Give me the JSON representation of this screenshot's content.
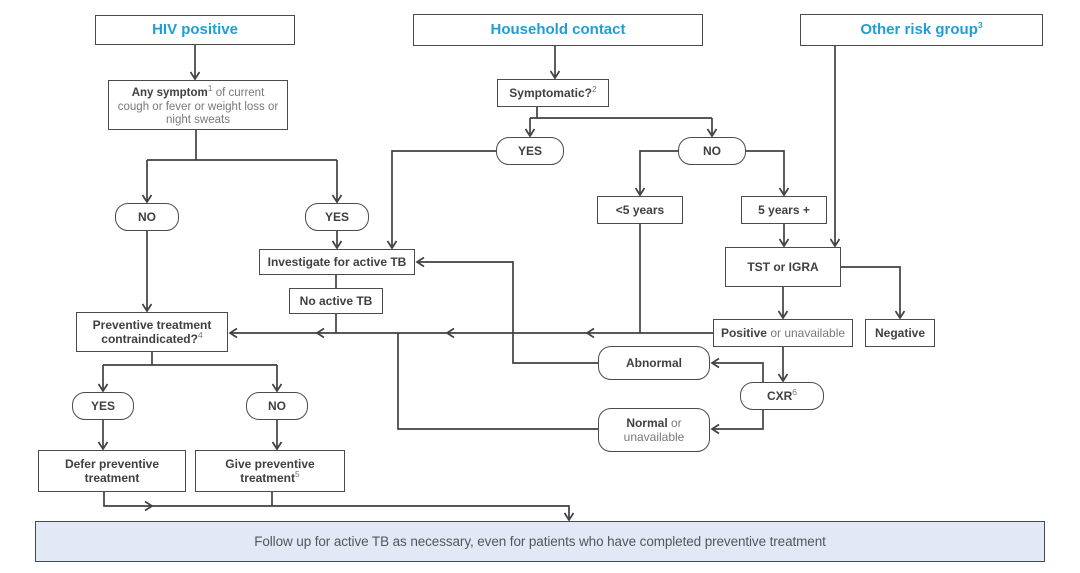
{
  "figure_type": "decision-flowchart",
  "colors": {
    "accent_blue": "#1f9dd9",
    "line": "#404144",
    "box_border": "#4a4b4d",
    "text_dark": "#3f4041",
    "text_grey": "#77787b",
    "banner_bg": "#e2e8f5",
    "banner_border": "#424a54"
  },
  "nodes": {
    "hiv_header": {
      "label": "HIV positive"
    },
    "household_header": {
      "label": "Household contact"
    },
    "other_header": {
      "label": "Other risk group",
      "sup": "3"
    },
    "symptom": {
      "bold": "Any symptom",
      "sup": "1",
      "rest": " of current cough or fever or weight loss or night sweats"
    },
    "hiv_no": {
      "label": "NO"
    },
    "hiv_yes": {
      "label": "YES"
    },
    "symptomatic": {
      "label": "Symptomatic?",
      "sup": "2"
    },
    "hh_yes": {
      "label": "YES"
    },
    "hh_no": {
      "label": "NO"
    },
    "under5": {
      "label": "<5 years"
    },
    "over5": {
      "label": "5 years +"
    },
    "tst": {
      "label": "TST or IGRA"
    },
    "investigate": {
      "label": "Investigate for active TB"
    },
    "no_active": {
      "label": "No active TB"
    },
    "positive": {
      "bold": "Positive",
      "rest": " or unavailable"
    },
    "negative": {
      "label": "Negative"
    },
    "abnormal": {
      "label": "Abnormal"
    },
    "cxr": {
      "label": "CXR",
      "sup": "6"
    },
    "normal": {
      "bold": "Normal",
      "rest_inline": " or",
      "rest_line2": "unavailable"
    },
    "contra": {
      "lines": [
        "Preventive treatment",
        "contraindicated?"
      ],
      "sup": "4"
    },
    "c_yes": {
      "label": "YES"
    },
    "c_no": {
      "label": "NO"
    },
    "defer": {
      "lines": [
        "Defer preventive",
        "treatment"
      ]
    },
    "give": {
      "lines": [
        "Give preventive",
        "treatment"
      ],
      "sup": "5"
    },
    "banner": {
      "text": "Follow up for active TB as necessary, even for patients who have completed preventive treatment"
    }
  },
  "edges": [
    {
      "from": "hiv_header",
      "to": "symptom"
    },
    {
      "from": "symptom",
      "to": "hiv_no"
    },
    {
      "from": "symptom",
      "to": "hiv_yes"
    },
    {
      "from": "hiv_no",
      "to": "contra"
    },
    {
      "from": "hiv_yes",
      "to": "investigate"
    },
    {
      "from": "household_header",
      "to": "symptomatic"
    },
    {
      "from": "symptomatic",
      "to": "hh_yes"
    },
    {
      "from": "symptomatic",
      "to": "hh_no"
    },
    {
      "from": "hh_yes",
      "to": "investigate"
    },
    {
      "from": "hh_no",
      "to": "under5"
    },
    {
      "from": "hh_no",
      "to": "over5"
    },
    {
      "from": "under5",
      "to": "contra"
    },
    {
      "from": "over5",
      "to": "tst"
    },
    {
      "from": "other_header",
      "to": "tst"
    },
    {
      "from": "tst",
      "to": "positive"
    },
    {
      "from": "tst",
      "to": "negative"
    },
    {
      "from": "positive",
      "to": "contra"
    },
    {
      "from": "positive",
      "to": "cxr"
    },
    {
      "from": "cxr",
      "to": "abnormal"
    },
    {
      "from": "cxr",
      "to": "normal"
    },
    {
      "from": "abnormal",
      "to": "investigate"
    },
    {
      "from": "normal",
      "to": "contra"
    },
    {
      "from": "investigate",
      "to": "no_active"
    },
    {
      "from": "no_active",
      "to": "contra"
    },
    {
      "from": "contra",
      "to": "c_yes"
    },
    {
      "from": "contra",
      "to": "c_no"
    },
    {
      "from": "c_yes",
      "to": "defer"
    },
    {
      "from": "c_no",
      "to": "give"
    },
    {
      "from": "defer",
      "to": "banner"
    },
    {
      "from": "give",
      "to": "banner"
    }
  ]
}
